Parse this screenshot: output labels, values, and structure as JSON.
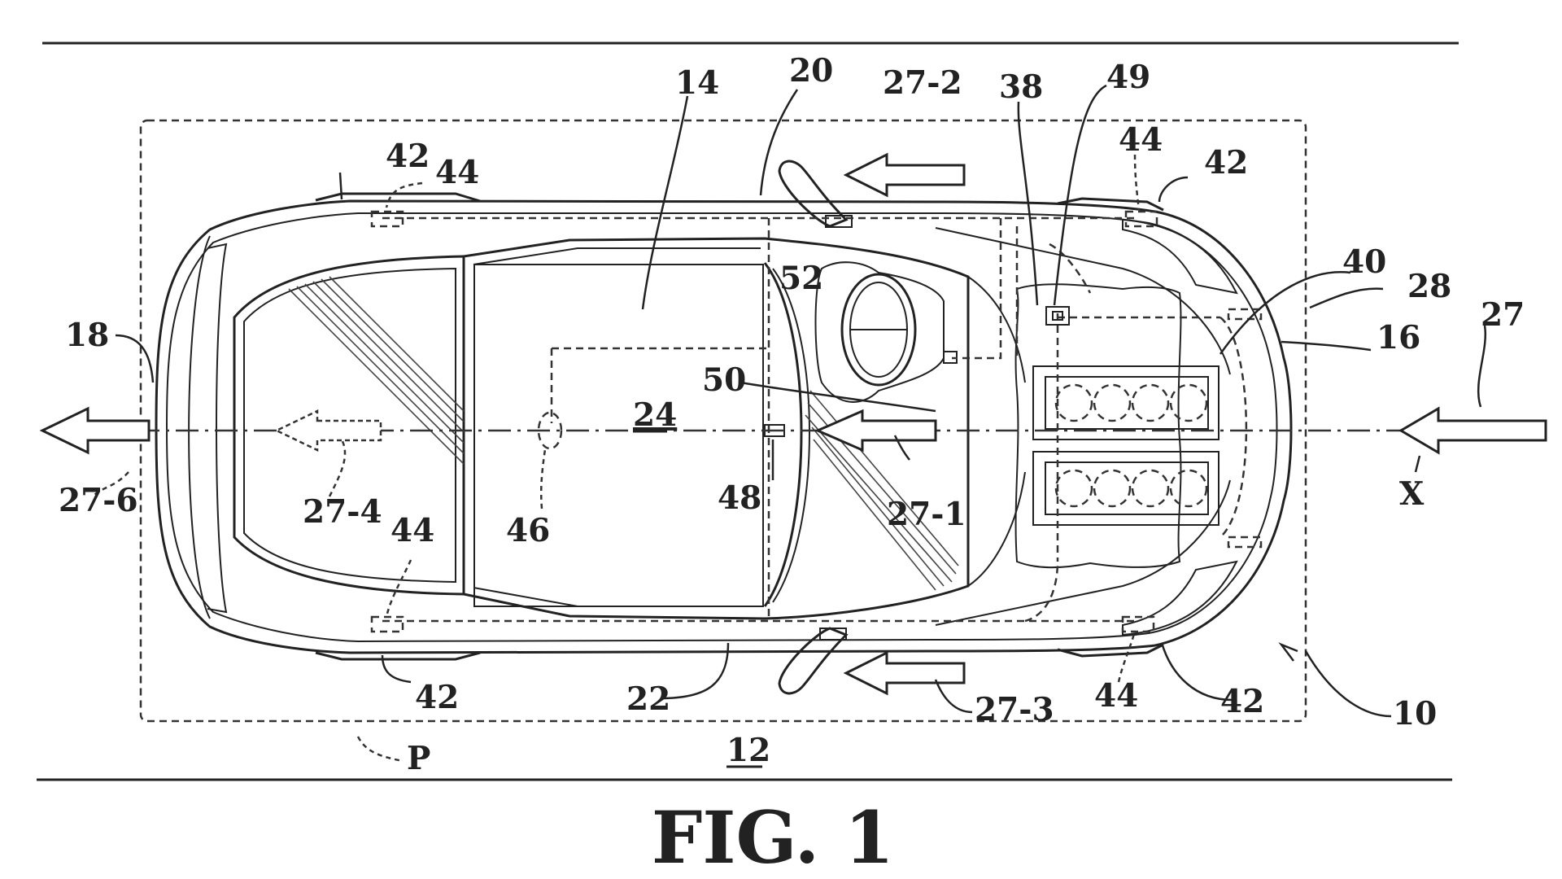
{
  "figure": {
    "caption": "FIG. 1",
    "labels": {
      "l14": "14",
      "l20": "20",
      "l27_2": "27-2",
      "l38": "38",
      "l49": "49",
      "l42_tl": "42",
      "l44_tl": "44",
      "l44_tr": "44",
      "l42_tr": "42",
      "l40": "40",
      "l28": "28",
      "l52": "52",
      "l16": "16",
      "l27": "27",
      "l18": "18",
      "l50": "50",
      "l24": "24",
      "l27_6": "27-6",
      "l27_4": "27-4",
      "l46": "46",
      "l48": "48",
      "l27_1": "27-1",
      "lX": "X",
      "l44_bl": "44",
      "l42_bl": "42",
      "l22": "22",
      "l27_3": "27-3",
      "l44_br": "44",
      "l42_br": "42",
      "l10": "10",
      "lP": "P",
      "l12": "12"
    }
  }
}
